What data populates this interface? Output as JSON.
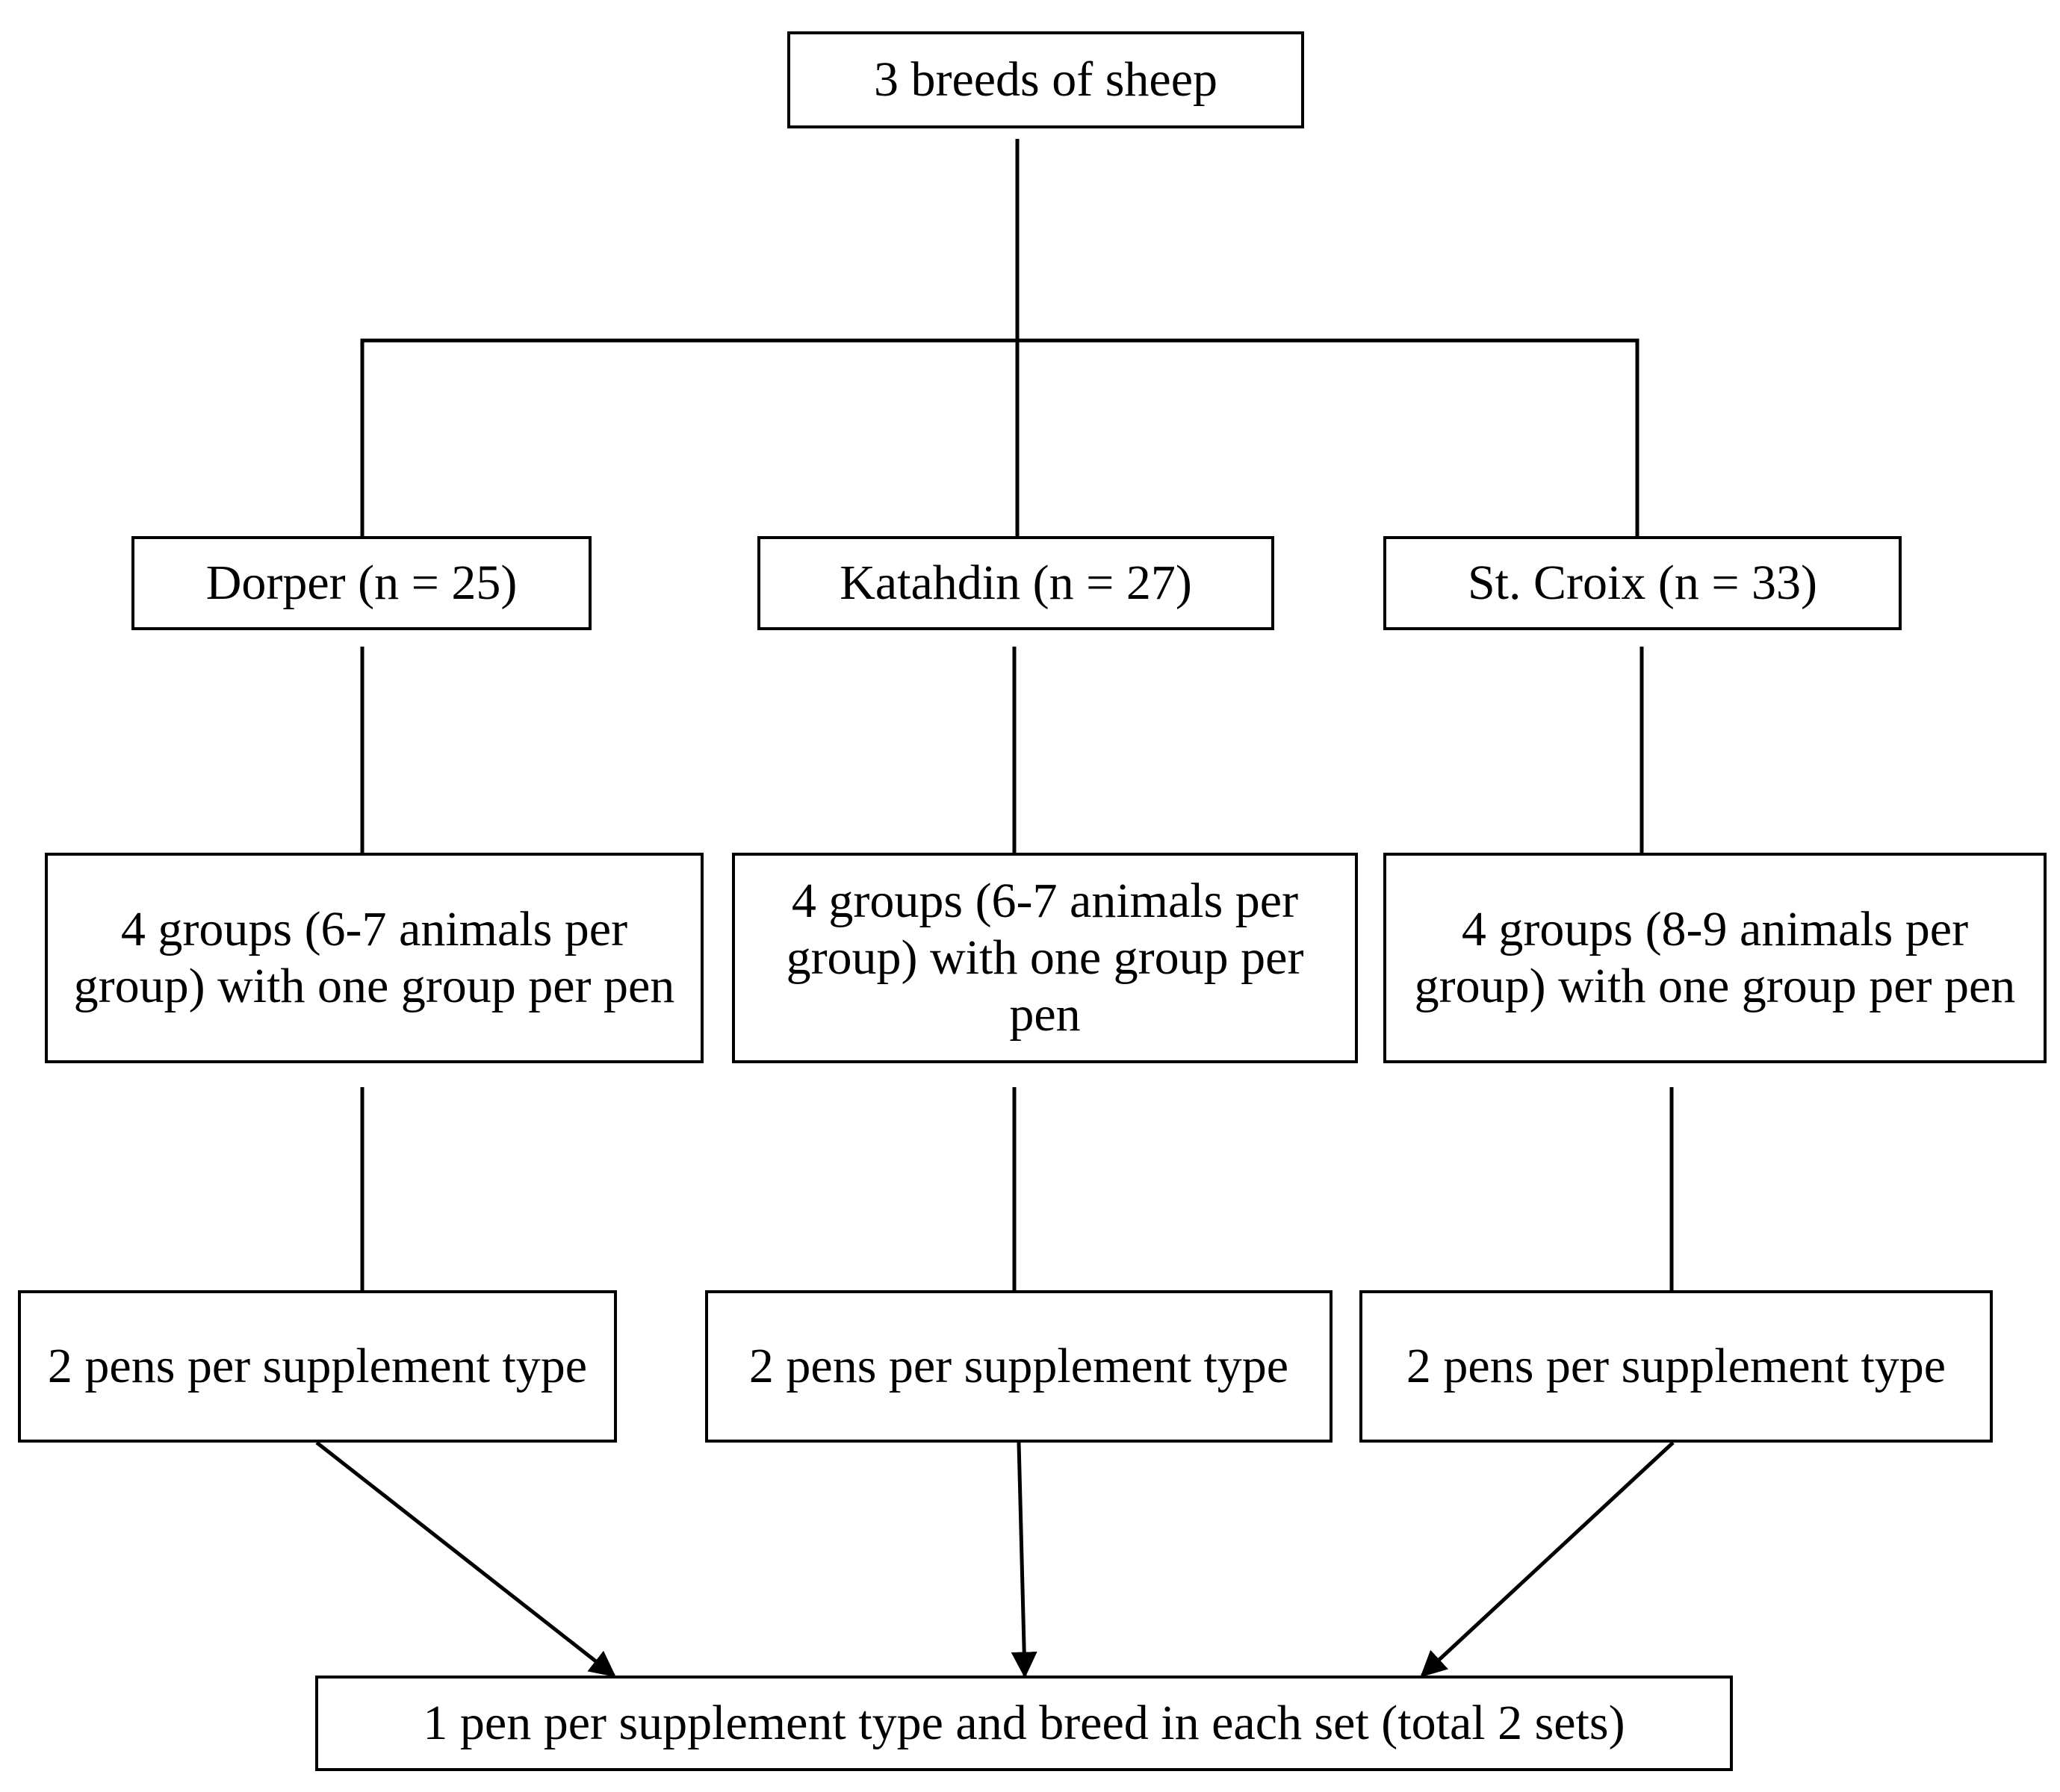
{
  "diagram": {
    "root": {
      "label": "3 breeds of sheep"
    },
    "breeds": [
      {
        "label": "Dorper (n = 25)",
        "groups": "4 groups (6-7 animals per group) with one group per pen",
        "pens": "2 pens per supplement type"
      },
      {
        "label": "Katahdin (n = 27)",
        "groups": "4 groups (6-7 animals per group) with one group per pen",
        "pens": "2 pens per supplement type"
      },
      {
        "label": "St. Croix (n = 33)",
        "groups": "4 groups (8-9 animals per group) with one group per pen",
        "pens": "2 pens per supplement type"
      }
    ],
    "result": {
      "label": "1 pen per supplement type and breed in each set (total 2 sets)"
    }
  },
  "colors": {
    "line": "#000000",
    "box_fill": "#ffffff"
  }
}
